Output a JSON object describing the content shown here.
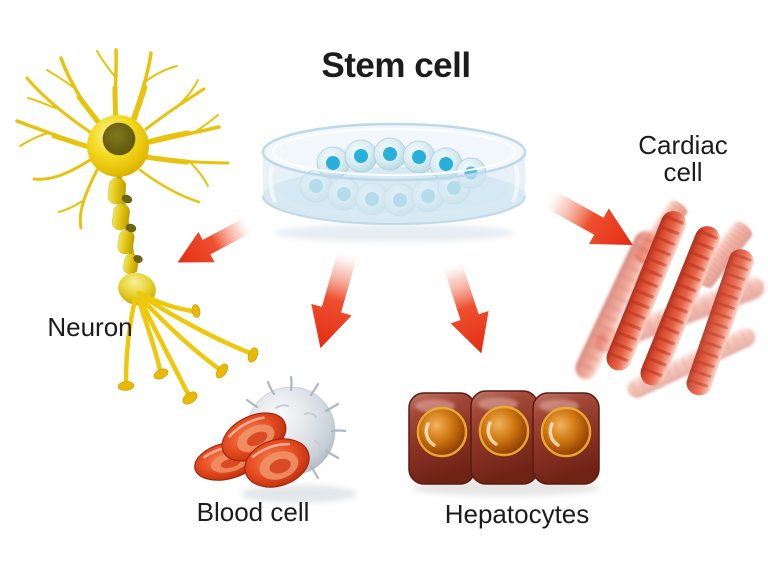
{
  "diagram": {
    "type": "illustration",
    "topic": "stem-cell-differentiation",
    "labels": {
      "title": "Stem cell",
      "neuron": "Neuron",
      "cardiac_line1": "Cardiac",
      "cardiac_line2": "cell",
      "blood": "Blood cell",
      "hepatocytes": "Hepatocytes"
    },
    "source_node": {
      "label": "Stem cell",
      "icon": "petri-dish-with-stem-cells-icon",
      "stem_cell_count": 12
    },
    "target_nodes": [
      {
        "id": "neuron",
        "label": "Neuron",
        "icon": "neuron-icon",
        "position": "left"
      },
      {
        "id": "cardiac-cell",
        "label": "Cardiac cell",
        "icon": "cardiac-muscle-fibers-icon",
        "position": "right"
      },
      {
        "id": "blood-cell",
        "label": "Blood cell",
        "icon": "blood-cells-icon",
        "position": "bottom-left"
      },
      {
        "id": "hepatocytes",
        "label": "Hepatocytes",
        "icon": "hepatocyte-cells-icon",
        "position": "bottom-right"
      }
    ],
    "arrows": [
      {
        "from": "stem-cell",
        "to": "neuron",
        "direction": "down-left"
      },
      {
        "from": "stem-cell",
        "to": "blood-cell",
        "direction": "down"
      },
      {
        "from": "stem-cell",
        "to": "hepatocytes",
        "direction": "down"
      },
      {
        "from": "stem-cell",
        "to": "cardiac-cell",
        "direction": "down-right"
      }
    ],
    "palette": {
      "background": "#ffffff",
      "label_text": "#1c1c1c",
      "arrow_red": "#e8391c",
      "neuron_yellow": "#f2d217",
      "neuron_nucleus_olive": "#6c6412",
      "stem_cell_blue": "#cfe6ef",
      "stem_cell_nucleus_blue": "#2bb2dc",
      "petri_glass_blue": "#d9ebf5",
      "white_blood_cell_gray": "#d8dde3",
      "red_blood_cell_red": "#e0431c",
      "hepatocyte_maroon": "#8e3628",
      "hepatocyte_nucleus_orange": "#c06a10",
      "cardiac_fiber_red": "#e25840"
    }
  }
}
